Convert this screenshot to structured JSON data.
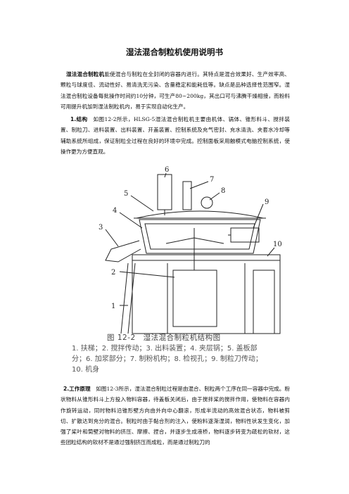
{
  "title": "湿法混合制粒机使用说明书",
  "intro": {
    "lead": "湿法混合制粒机",
    "text": "能使混合与制粒在全封闭的容器内进行。其特点是混合效果好、生产效率高、颗粒与球度佳、流动性好、易清洗无污染、含量稳定和能耗低等。缺点是品种选择性范围窄。湿法混合制粒设备每批操作时间约10分钟，可生产80~200kg，其出口可与沸腾干燥相接，而粉料可用提升机加到湿法制粒机内，易于实现自动化生产。"
  },
  "structure": {
    "lead": "1.结构",
    "text": "　如图12-2所示，HLSG-5湿法混合制粒机主要由机体、锅体、锥形料斗、搅拌装置、制粒刀、进料装置、出料装置、开盖装置、控制系统及充气密封、充水清洗、夹套水冷却等辅助系统所组成，保证制粒全过程在良好的环境中完成。控制面板采用触模式电脑控制系统，使操作更为方便直观。"
  },
  "figure": {
    "callouts": [
      "1",
      "2",
      "3",
      "4",
      "5",
      "6",
      "7",
      "8",
      "9",
      "10"
    ],
    "caption": "图 12-2　湿法混合制粒机结构图",
    "legend_line1": "1. 扶梯；2. 搅拌传动；3. 出料装置；4. 夹层锅；5. 盖板部",
    "legend_line2": "分；6. 加浆部分；7. 制粉机构；8. 检视孔；9. 制粒刀传动；",
    "legend_line3": "10. 机身"
  },
  "principle": {
    "lead": "2.工作原理",
    "text": "　如图12-3所示，湿法混合制粒过程是由混合、制粒两个工序在同一容器中完成。粉状物料从锥形料斗上方投入物料容器，待盖板关闭后，由于搅拌桨的搅拌作用，使物料在容器内作旋转运动，同时物料沿锥形壁方向由外向中心翻滚，形成半流动的高效混合状态，物料被剪切、扩散达到充分的混合。制粒时由于黏合剂的注入，使粉料逐渐湿润，物料性状发生变化，加强了桨叶和筒壁对物料的挤压、摩擦、捏合，并逐步生成液桥，物料逐步转变为疏松的软材，这些团粒结构的软材不是通过强制挤压而成粒，而是通过制粒刀的"
  }
}
